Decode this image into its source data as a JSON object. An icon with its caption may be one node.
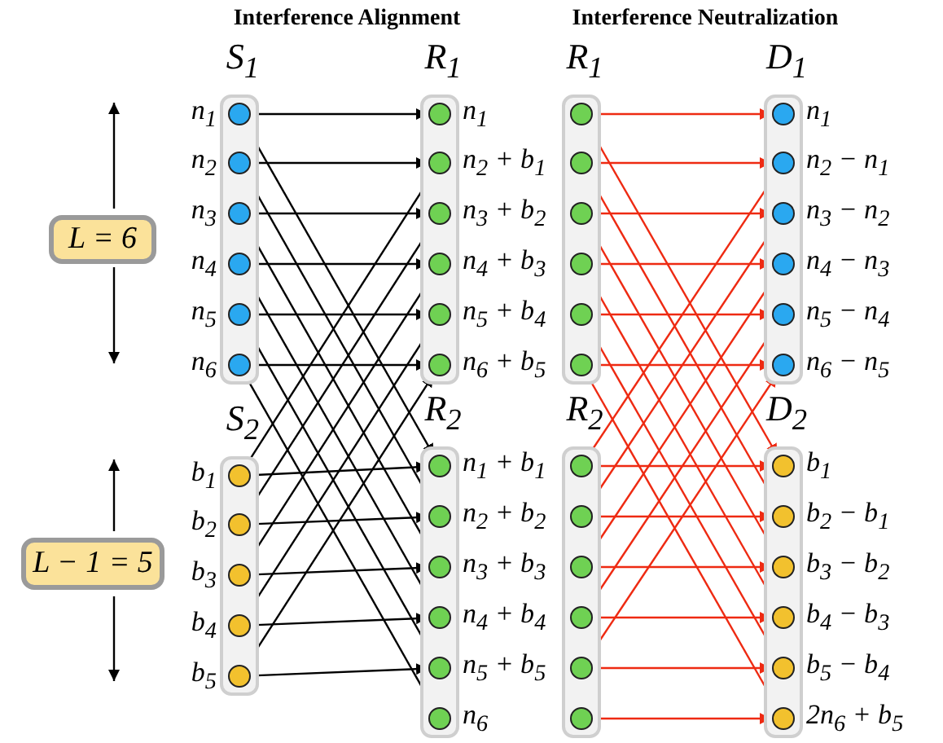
{
  "diagram": {
    "nodes": [
      {
        "text": [
          "L = 6"
        ]
      },
      {
        "text": [
          "S$_{1}$"
        ]
      },
      {
        "text": [
          "n$_{1}$"
        ],
        "in": 1
      },
      {
        "text": [
          "n$_{2}$"
        ],
        "in": 1
      },
      {
        "text": [
          "n$_{3}$"
        ],
        "in": 1
      },
      {
        "text": [
          "n$_{4}$"
        ],
        "in": 1
      },
      {
        "text": [
          "n$_{5}$"
        ],
        "in": 1
      },
      {
        "text": [
          "n$_{6}$"
        ],
        "in": 1
      },
      {
        "text": [
          "R$_{1}$"
        ]
      },
      {
        "text": [
          "n$_{1}$"
        ],
        "in": 8
      },
      {
        "text": [
          "n$_{2}$ + b$_{1}$"
        ],
        "in": 8
      },
      {
        "text": [
          "n$_{3}$ + b$_{2}$"
        ],
        "in": 8
      },
      {
        "text": [
          "n$_{4}$ + b$_{3}$"
        ],
        "in": 8
      },
      {
        "text": [
          "n$_{5}$ + b$_{4}$"
        ],
        "in": 8
      },
      {
        "text": [
          "n$_{6}$ + b$_{5}$"
        ],
        "in": 8
      },
      {
        "text": [
          "R$_{1}$"
        ]
      },
      {
        "text": [],
        "shape": "circle",
        "in": 15
      },
      {
        "text": [],
        "shape": "circle",
        "in": 15
      },
      {
        "text": [],
        "shape": "circle",
        "in": 15
      },
      {
        "text": [],
        "shape": "circle",
        "in": 15
      },
      {
        "text": [],
        "shape": "circle",
        "in": 15
      },
      {
        "text": [],
        "shape": "circle",
        "in": 15
      },
      {
        "text": [
          "D$_{1}$"
        ]
      },
      {
        "text": [
          "n$_{1}$"
        ],
        "in": 22
      },
      {
        "text": [
          "n$_{2}$ − n$_{1}$"
        ],
        "in": 22
      },
      {
        "text": [
          "n$_{3}$ − n$_{2}$"
        ],
        "in": 22
      },
      {
        "text": [
          "n$_{4}$ − n$_{3}$"
        ],
        "in": 22
      },
      {
        "text": [
          "n$_{5}$ − n$_{4}$"
        ],
        "in": 22
      },
      {
        "text": [
          "n$_{6}$ − n$_{5}$"
        ],
        "in": 22
      },
      {
        "text": [
          "L − 1 = 5"
        ]
      },
      {
        "text": [
          "S$_{2}$"
        ]
      },
      {
        "text": [
          "b$_{1}$"
        ],
        "in": 30
      },
      {
        "text": [
          "b$_{2}$"
        ],
        "in": 30
      },
      {
        "text": [
          "b$_{3}$"
        ],
        "in": 30
      },
      {
        "text": [
          "b$_{4}$"
        ],
        "in": 30
      },
      {
        "text": [
          "b$_{5}$"
        ],
        "in": 30
      },
      {
        "text": [
          "R$_{2}$"
        ]
      },
      {
        "text": [
          "n$_{1}$ + b$_{1}$"
        ],
        "in": 36
      },
      {
        "text": [
          "n$_{2}$ + b$_{2}$"
        ],
        "in": 36
      },
      {
        "text": [
          "n$_{3}$ + b$_{3}$"
        ],
        "in": 36
      },
      {
        "text": [
          "n$_{4}$ + b$_{4}$"
        ],
        "in": 36
      },
      {
        "text": [
          "n$_{5}$ + b$_{5}$"
        ],
        "in": 36
      },
      {
        "text": [
          "n$_{6}$"
        ],
        "in": 36
      },
      {
        "text": [
          "R$_{2}$"
        ]
      },
      {
        "text": [],
        "shape": "circle",
        "in": 43
      },
      {
        "text": [],
        "shape": "circle",
        "in": 43
      },
      {
        "text": [],
        "shape": "circle",
        "in": 43
      },
      {
        "text": [],
        "shape": "circle",
        "in": 43
      },
      {
        "text": [],
        "shape": "circle",
        "in": 43
      },
      {
        "text": [],
        "shape": "circle",
        "in": 43
      },
      {
        "text": [
          "D$_{2}$"
        ]
      },
      {
        "text": [
          "b$_{1}$"
        ],
        "in": 50
      },
      {
        "text": [
          "b$_{2}$ − b$_{1}$"
        ],
        "in": 50
      },
      {
        "text": [
          "b$_{3}$ − b$_{2}$"
        ],
        "in": 50
      },
      {
        "text": [
          "b$_{4}$ − b$_{3}$"
        ],
        "in": 50
      },
      {
        "text": [
          "b$_{5}$ − b$_{4}$"
        ],
        "in": 50
      },
      {
        "text": [
          "2n$_{6}$ + b$_{5}$"
        ],
        "in": 50
      }
    ],
    "edges": [
      {
        "from": 2,
        "to": 9,
        "arrow": "to",
        "color": "#000000"
      },
      {
        "from": 2,
        "to": 37,
        "arrow": "to",
        "color": "#000000"
      },
      {
        "from": 3,
        "to": 10,
        "arrow": "to",
        "color": "#000000"
      },
      {
        "from": 3,
        "to": 38,
        "arrow": "to",
        "color": "#000000"
      },
      {
        "from": 4,
        "to": 11,
        "arrow": "to",
        "color": "#000000"
      },
      {
        "from": 4,
        "to": 39,
        "arrow": "to",
        "color": "#000000"
      },
      {
        "from": 5,
        "to": 12,
        "arrow": "to",
        "color": "#000000"
      },
      {
        "from": 5,
        "to": 40,
        "arrow": "to",
        "color": "#000000"
      },
      {
        "from": 6,
        "to": 13,
        "arrow": "to",
        "color": "#000000"
      },
      {
        "from": 6,
        "to": 41,
        "arrow": "to",
        "color": "#000000"
      },
      {
        "from": 7,
        "to": 14,
        "arrow": "to",
        "color": "#000000"
      },
      {
        "from": 7,
        "to": 42,
        "arrow": "to",
        "color": "#000000"
      },
      {
        "from": 31,
        "to": 37,
        "arrow": "to",
        "color": "#000000"
      },
      {
        "from": 31,
        "to": 10,
        "arrow": "to",
        "color": "#000000"
      },
      {
        "from": 32,
        "to": 38,
        "arrow": "to",
        "color": "#000000"
      },
      {
        "from": 32,
        "to": 11,
        "arrow": "to",
        "color": "#000000"
      },
      {
        "from": 33,
        "to": 39,
        "arrow": "to",
        "color": "#000000"
      },
      {
        "from": 33,
        "to": 12,
        "arrow": "to",
        "color": "#000000"
      },
      {
        "from": 34,
        "to": 40,
        "arrow": "to",
        "color": "#000000"
      },
      {
        "from": 34,
        "to": 13,
        "arrow": "to",
        "color": "#000000"
      },
      {
        "from": 35,
        "to": 41,
        "arrow": "to",
        "color": "#000000"
      },
      {
        "from": 35,
        "to": 14,
        "arrow": "to",
        "color": "#000000"
      },
      {
        "from": 16,
        "to": 23,
        "arrow": "to"
      },
      {
        "from": 16,
        "to": 51,
        "arrow": "to"
      },
      {
        "from": 17,
        "to": 24,
        "arrow": "to"
      },
      {
        "from": 17,
        "to": 52,
        "arrow": "to"
      },
      {
        "from": 18,
        "to": 25,
        "arrow": "to"
      },
      {
        "from": 18,
        "to": 53,
        "arrow": "to"
      },
      {
        "from": 19,
        "to": 26,
        "arrow": "to"
      },
      {
        "from": 19,
        "to": 54,
        "arrow": "to"
      },
      {
        "from": 20,
        "to": 27,
        "arrow": "to"
      },
      {
        "from": 20,
        "to": 55,
        "arrow": "to"
      },
      {
        "from": 21,
        "to": 28,
        "arrow": "to"
      },
      {
        "from": 21,
        "to": 56,
        "arrow": "to"
      },
      {
        "from": 44,
        "to": 51,
        "arrow": "to"
      },
      {
        "from": 44,
        "to": 24,
        "arrow": "to"
      },
      {
        "from": 45,
        "to": 52,
        "arrow": "to"
      },
      {
        "from": 45,
        "to": 25,
        "arrow": "to"
      },
      {
        "from": 46,
        "to": 53,
        "arrow": "to"
      },
      {
        "from": 46,
        "to": 26,
        "arrow": "to"
      },
      {
        "from": 47,
        "to": 54,
        "arrow": "to"
      },
      {
        "from": 47,
        "to": 27,
        "arrow": "to"
      },
      {
        "from": 48,
        "to": 55,
        "arrow": "to"
      },
      {
        "from": 48,
        "to": 28,
        "arrow": "to"
      },
      {
        "from": 49,
        "to": 56,
        "arrow": "to"
      }
    ],
    "labels": [
      "Interference Alignment",
      "Interference Neutralization"
    ]
  }
}
